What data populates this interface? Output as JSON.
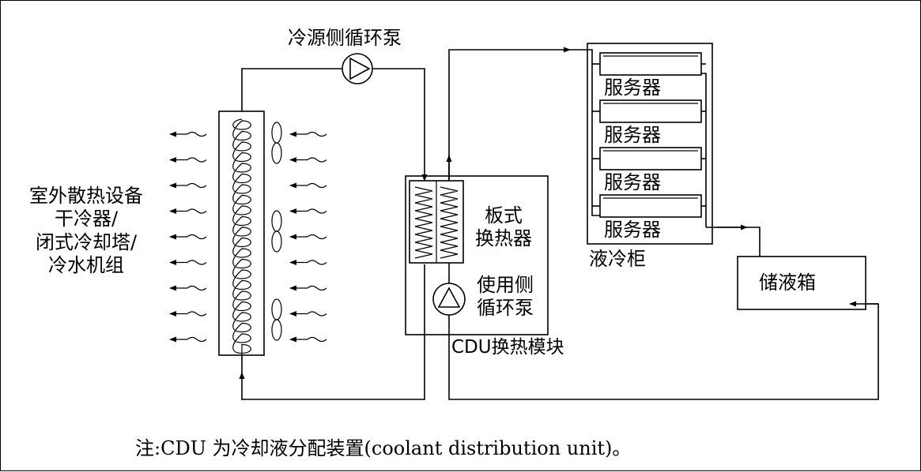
{
  "labels": {
    "source_pump": "冷源侧循环泵",
    "outdoor": [
      "室外散热设备",
      "干冷器/",
      "闭式冷却塔/",
      "冷水机组"
    ],
    "plate_hx": [
      "板式",
      "换热器"
    ],
    "user_pump": [
      "使用侧",
      "循环泵"
    ],
    "cdu_module": "CDU换热模块",
    "server": "服务器",
    "server_count": 4,
    "cabinet": "液冷柜",
    "tank": "储液箱"
  },
  "caption": "注:CDU 为冷却液分配装置(coolant distribution unit)。"
}
